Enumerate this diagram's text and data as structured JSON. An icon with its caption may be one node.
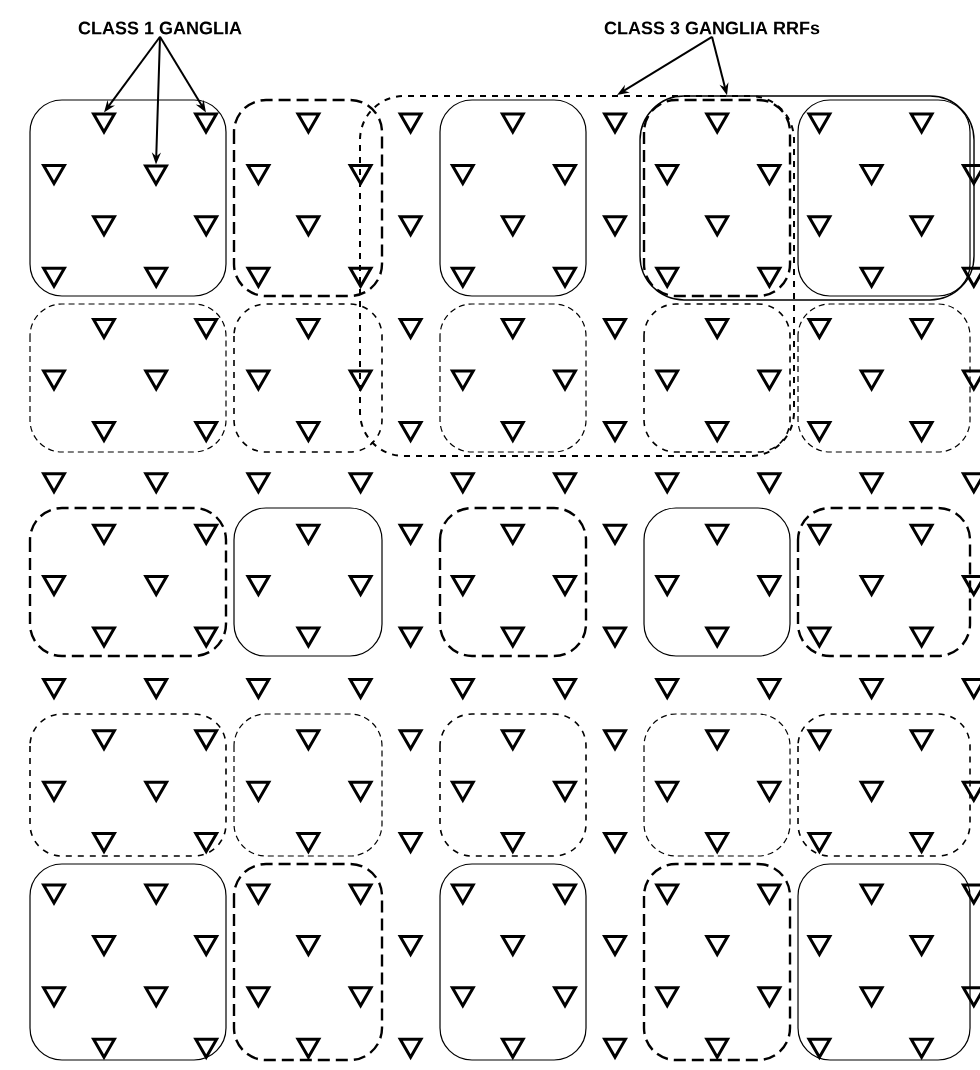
{
  "diagram": {
    "nodes": [
      {
        "text": [
          "CLASS 1 GANGLIA"
        ]
      },
      {
        "text": [
          "CLASS 3 GANGLIA RRFs"
        ]
      },
      {
        "text": [],
        "shape": "triangle"
      },
      {
        "text": [],
        "shape": "triangle"
      },
      {
        "text": [],
        "shape": "triangle"
      },
      {
        "text": [],
        "shape": "box"
      },
      {
        "text": [],
        "shape": "box"
      }
    ],
    "edges": [
      {
        "from": 0,
        "to": 2,
        "arrow": "to"
      },
      {
        "from": 0,
        "to": 3,
        "arrow": "to"
      },
      {
        "from": 0,
        "to": 4,
        "arrow": "to"
      },
      {
        "from": 1,
        "to": 5,
        "arrow": "to"
      },
      {
        "from": 1,
        "to": 6,
        "arrow": "to"
      }
    ]
  }
}
